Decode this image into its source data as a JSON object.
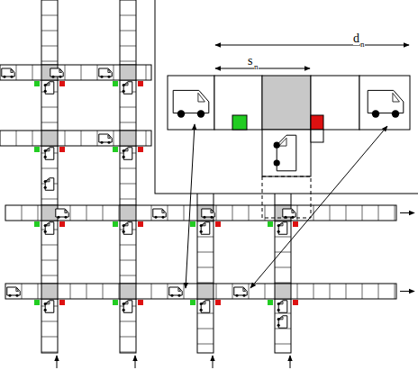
{
  "diagram": {
    "labels": [
      "d",
      "n",
      "s",
      "n"
    ]
  }
}
